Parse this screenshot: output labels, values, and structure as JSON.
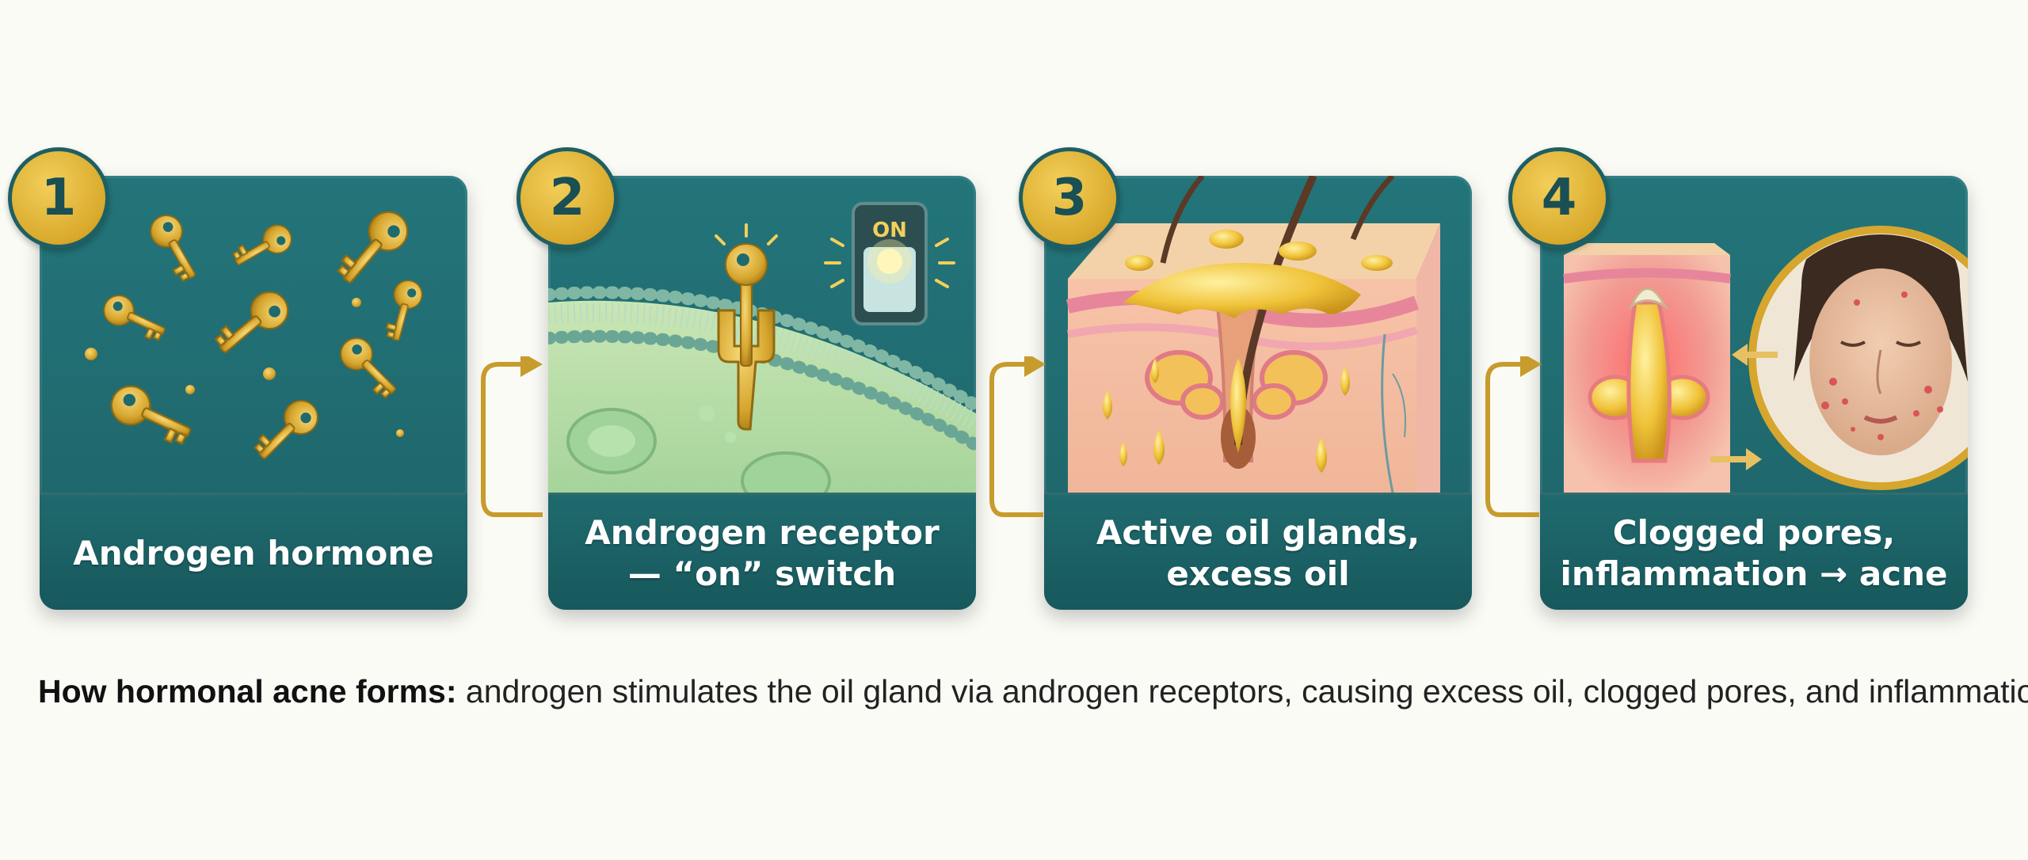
{
  "steps": [
    {
      "number": "1",
      "label": "Androgen hormone"
    },
    {
      "number": "2",
      "label": "Androgen receptor\n— “on” switch"
    },
    {
      "number": "3",
      "label": "Active oil glands,\nexcess oil"
    },
    {
      "number": "4",
      "label": "Clogged pores,\ninflammation → acne"
    }
  ],
  "switch_label": "ON",
  "footer": {
    "lead": "How hormonal acne forms:",
    "text": " androgen stimulates the oil gland via androgen receptors, causing excess oil, clogged pores, and inflammation."
  },
  "colors": {
    "card_teal": "#1f6a6e",
    "gold": "#d9aa2c",
    "background": "#fbfbf6"
  },
  "icons": [
    "key-icon",
    "receptor-icon",
    "power-switch-icon",
    "oil-droplet-icon",
    "hair-follicle-icon",
    "face-portrait-icon",
    "arrow-right-icon"
  ]
}
